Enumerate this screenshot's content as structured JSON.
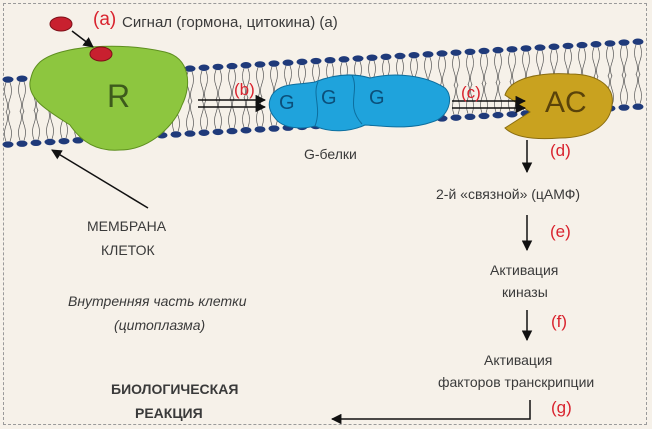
{
  "signal_label": "Сигнал (гормона, цитокина) (a)",
  "step_a": "(a)",
  "step_b": "(b)",
  "step_c": "(c)",
  "step_d": "(d)",
  "step_e": "(e)",
  "step_f": "(f)",
  "step_g": "(g)",
  "receptor_label": "R",
  "g_protein_letter": "G",
  "g_proteins_label": "G-белки",
  "ac_label": "AC",
  "second_messenger": "2-й «связной» (цАМФ)",
  "kinase_activation": [
    "Активация",
    "киназы"
  ],
  "tf_activation": [
    "Активация",
    "факторов транскрипции"
  ],
  "membrane_label": [
    "МЕМБРАНА",
    "КЛЕТОК"
  ],
  "cytoplasm_label": [
    "Внутренняя часть клетки",
    "(цитоплазма)"
  ],
  "bio_reaction": [
    "БИОЛОГИЧЕСКАЯ",
    "РЕАКЦИЯ"
  ],
  "colors": {
    "receptor": "#8dc63f",
    "g_protein": "#1fa3dc",
    "ac": "#c9a21f",
    "signal": "#c8202f",
    "lipid_head": "#1f3a7a",
    "accent_red": "#d9232e"
  }
}
